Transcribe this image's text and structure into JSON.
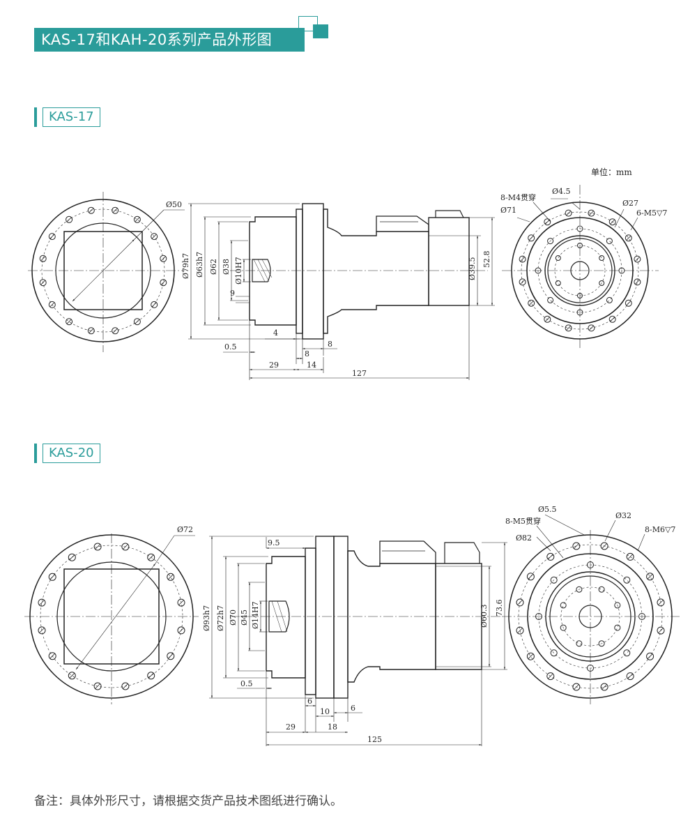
{
  "header": {
    "title": "KAS-17和KAH-20系列产品外形图"
  },
  "sections": [
    {
      "tag": "KAS-17",
      "unit_label": "单位：mm",
      "dims": {
        "face_left_dia": "Ø50",
        "d1": "Ø79h7",
        "d2": "Ø63h7",
        "d3": "Ø62",
        "d4": "Ø38",
        "d5": "Ø10H7",
        "d9": "9",
        "d4len": "4",
        "d05": "0.5",
        "d8a": "8",
        "d8b": "8",
        "d29": "29",
        "d14": "14",
        "d127": "127",
        "d395": "Ø39.5",
        "d528": "52.8",
        "r_holes": "8-M4贯穿",
        "r_hole_dia": "Ø4.5",
        "r_pcd": "Ø71",
        "r_inner": "Ø27",
        "r_tap": "6-M5▽7"
      }
    },
    {
      "tag": "KAS-20",
      "dims": {
        "face_left_dia": "Ø72",
        "d1": "Ø93h7",
        "d2": "Ø72h7",
        "d3": "Ø70",
        "d4": "Ø45",
        "d5": "Ø14H7",
        "d95": "9.5",
        "d05": "0.5",
        "d6a": "6",
        "d10": "10",
        "d6b": "6",
        "d29": "29",
        "d18": "18",
        "d125": "125",
        "d603": "Ø60.3",
        "d736": "73.6",
        "r_holes": "8-M5贯穿",
        "r_hole_dia": "Ø5.5",
        "r_pcd": "Ø82",
        "r_inner": "Ø32",
        "r_tap": "8-M6▽7"
      }
    }
  ],
  "footer": {
    "note": "备注：具体外形尺寸，请根据交货产品技术图纸进行确认。"
  },
  "colors": {
    "accent": "#2a9c9a",
    "line": "#222222"
  }
}
